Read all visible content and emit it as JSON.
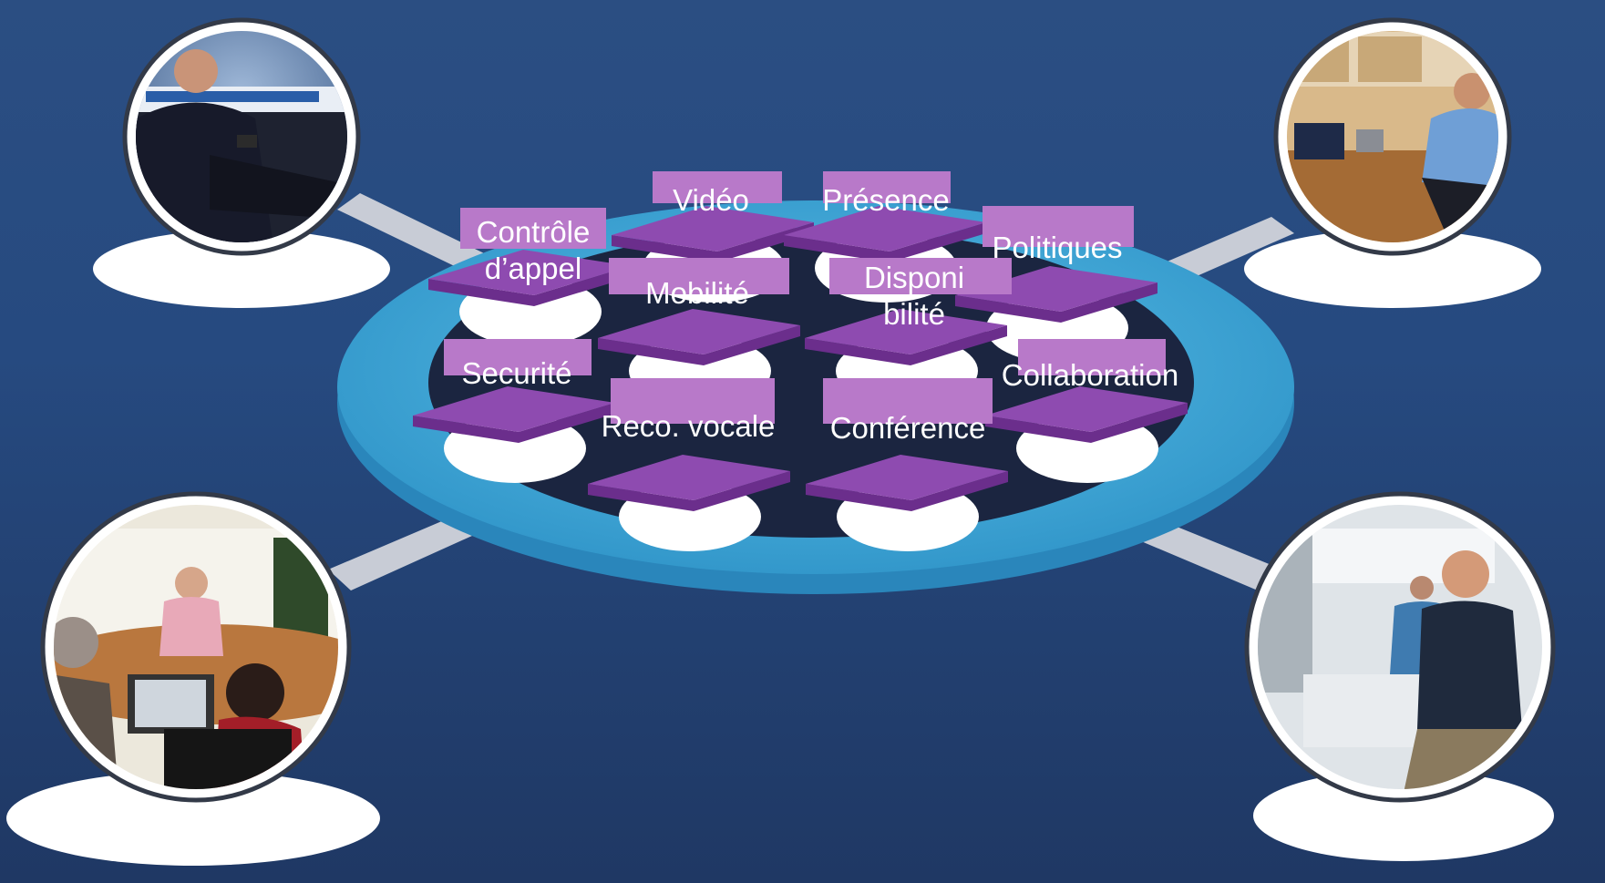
{
  "colors": {
    "background_top": "#2b4e82",
    "background_bottom": "#1f3864",
    "platform": "#3fa3d1",
    "platform_edge": "#2a8cc0",
    "platform_core": "#1b2540",
    "tile_top": "#8e4bb0",
    "tile_side": "#6b2e8c",
    "label_box": "#b879c9",
    "link_bar": "#c8ccd6"
  },
  "services": [
    {
      "id": "controle-appel",
      "label_lines": [
        "Contrôle",
        "d’appel"
      ]
    },
    {
      "id": "video",
      "label_lines": [
        "Vidéo"
      ]
    },
    {
      "id": "presence",
      "label_lines": [
        "Présence"
      ]
    },
    {
      "id": "politiques",
      "label_lines": [
        "Politiques"
      ]
    },
    {
      "id": "mobilite",
      "label_lines": [
        "Mobilité"
      ]
    },
    {
      "id": "disponibilite",
      "label_lines": [
        "Disponi",
        "bilité"
      ]
    },
    {
      "id": "securite",
      "label_lines": [
        "Securité"
      ]
    },
    {
      "id": "collaboration",
      "label_lines": [
        "Collaboration"
      ]
    },
    {
      "id": "reco-vocale",
      "label_lines": [
        "Reco. vocale"
      ]
    },
    {
      "id": "conference",
      "label_lines": [
        "Conférence"
      ]
    }
  ],
  "users": [
    {
      "id": "mobile-traveler",
      "scene": "man-with-smartphone-airport"
    },
    {
      "id": "office-headset",
      "scene": "man-with-headset-at-desk"
    },
    {
      "id": "meeting-room",
      "scene": "conference-room-meeting"
    },
    {
      "id": "call-center",
      "scene": "call-center-agents-headsets"
    }
  ]
}
